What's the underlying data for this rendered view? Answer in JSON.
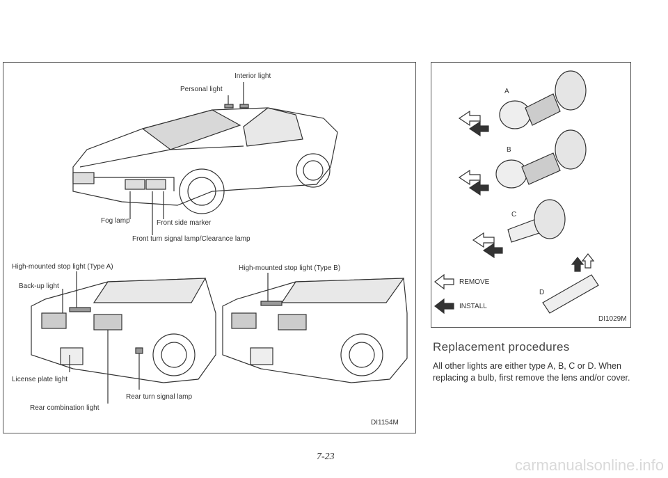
{
  "left_figure": {
    "labels": {
      "interior_light": "Interior light",
      "personal_light": "Personal light",
      "fog_lamp": "Fog lamp",
      "front_side_marker": "Front side marker",
      "front_turn_signal": "Front turn signal lamp/Clearance lamp",
      "high_mounted_a": "High-mounted stop light (Type A)",
      "high_mounted_b": "High-mounted stop light (Type B)",
      "back_up_light": "Back-up light",
      "license_plate_light": "License plate light",
      "rear_turn_signal": "Rear turn signal lamp",
      "rear_combination": "Rear combination light"
    },
    "code": "DI1154M"
  },
  "right_figure": {
    "labels": {
      "a": "A",
      "b": "B",
      "c": "C",
      "d": "D"
    },
    "legend": {
      "remove": "REMOVE",
      "install": "INSTALL"
    },
    "code": "DI1029M"
  },
  "heading": "Replacement procedures",
  "body": "All other lights are either type A, B, C or D. When replacing a bulb, first remove the lens and/or cover.",
  "page_number": "7-23",
  "watermark": "carmanualsonline.info"
}
